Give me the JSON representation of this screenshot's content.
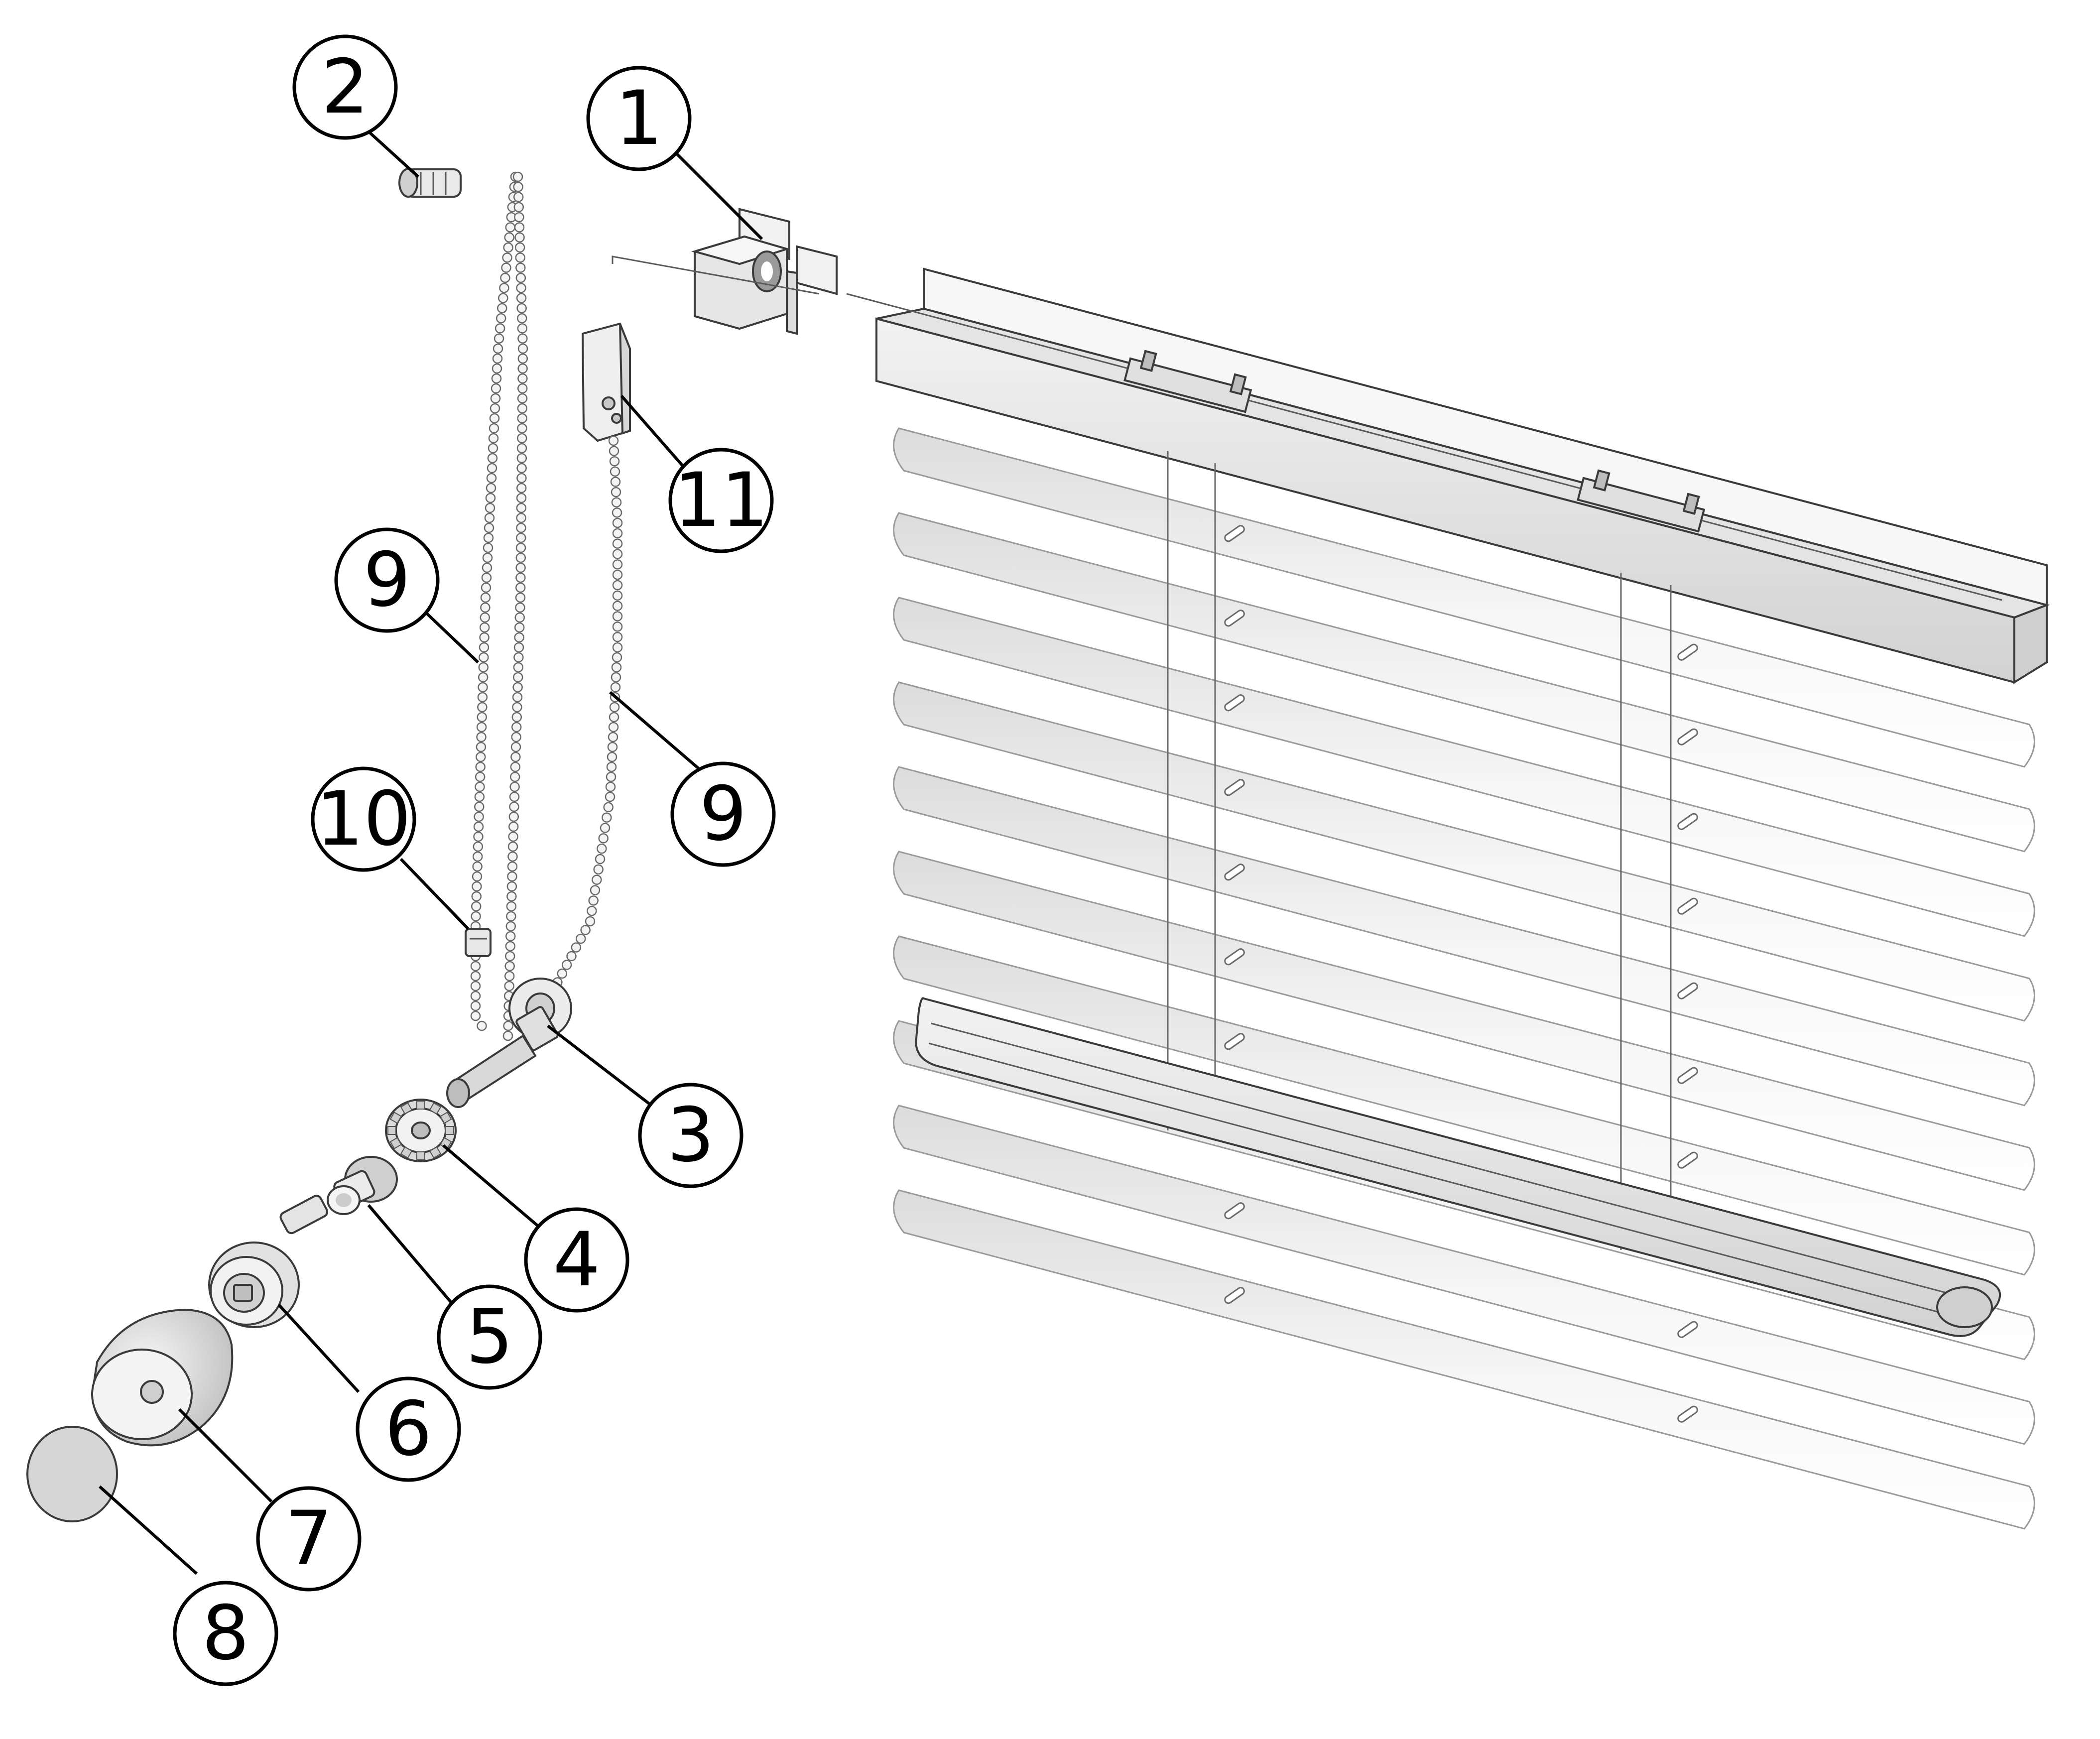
{
  "callouts": [
    {
      "id": "c1",
      "label": "1"
    },
    {
      "id": "c2",
      "label": "2"
    },
    {
      "id": "c3",
      "label": "3"
    },
    {
      "id": "c4",
      "label": "4"
    },
    {
      "id": "c5",
      "label": "5"
    },
    {
      "id": "c6",
      "label": "6"
    },
    {
      "id": "c7",
      "label": "7"
    },
    {
      "id": "c8",
      "label": "8"
    },
    {
      "id": "c9a",
      "label": "9"
    },
    {
      "id": "c9b",
      "label": "9"
    },
    {
      "id": "c10",
      "label": "10"
    },
    {
      "id": "c11",
      "label": "11"
    }
  ],
  "colors": {
    "line": "#000000",
    "part_light": "#f4f4f4",
    "part_mid": "#d9d9d9",
    "part_dark": "#a8a8a8"
  }
}
